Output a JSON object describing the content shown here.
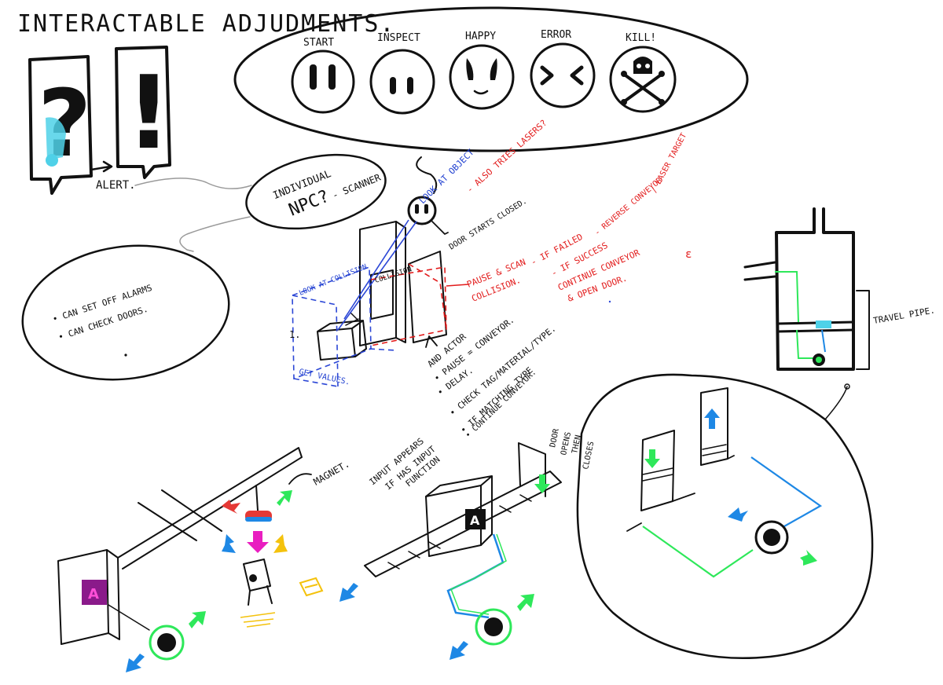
{
  "title": "INTERACTABLE ADJUDMENTS.",
  "alert_bubbles": {
    "question": "?",
    "exclaim": "!",
    "alert_label": "ALERT."
  },
  "emotions": [
    {
      "label": "START"
    },
    {
      "label": "INSPECT"
    },
    {
      "label": "HAPPY"
    },
    {
      "label": "ERROR"
    },
    {
      "label": "KILL!"
    }
  ],
  "npc_bubble": {
    "line1": "INDIVIDUAL",
    "line2": "NPC?",
    "line3": "- SCANNER"
  },
  "abilities_bubble": {
    "item1": "• CAN SET OFF ALARMS",
    "item2": "• CAN CHECK DOORS."
  },
  "scanner_notes": {
    "look_at_object": "LOOK AT OBJECT",
    "also_tries_lasers": "- ALSO TRIES LASERS?",
    "door_starts_closed": "DOOR STARTS CLOSED.",
    "collision_small": "COLLISION",
    "look_at_collision": "LOOK AT COLLISION",
    "get_values": "GET VALUES.",
    "number_one": "1.",
    "pause_scan": "PAUSE & SCAN",
    "collision_red": "COLLISION.",
    "if_failed": "- IF FAILED",
    "reverse_conveyor": "- REVERSE CONVEYOR",
    "laser_target": "/ LASER TARGET",
    "if_success": "- IF SUCCESS",
    "continue_conveyor": "CONTINUE CONVEYOR",
    "open_door": "& OPEN DOOR.",
    "and_actor": "AND ACTOR",
    "pause_conveyor": "• PAUSE = CONVEYOR.",
    "delay": "• DELAY.",
    "check_tag": "• CHECK TAG/MATERIAL/TYPE.",
    "if_matching": "• IF MATCHING TYPE",
    "continue": "• CONTINUE CONVEYOR."
  },
  "travel_pipe": "TRAVEL PIPE.",
  "magnet_label": "MAGNET.",
  "input_note": {
    "line1": "INPUT APPEARS",
    "line2": "IF HAS INPUT",
    "line3": "FUNCTION"
  },
  "door_note": {
    "line1": "DOOR",
    "line2": "OPENS",
    "line3": "THEN",
    "line4": "CLOSES"
  },
  "input_glyph": "A",
  "colors": {
    "ink": "#111111",
    "cyan": "#4fd1e8",
    "blue_note": "#1f3fd0",
    "red_note": "#e21b1b",
    "arrow_blue": "#1e88e5",
    "arrow_green": "#2ee85a",
    "arrow_red": "#e53935",
    "arrow_yellow": "#f4c20d",
    "arrow_magenta": "#e91ec0",
    "magnet_panel": "#8a1a8a"
  }
}
